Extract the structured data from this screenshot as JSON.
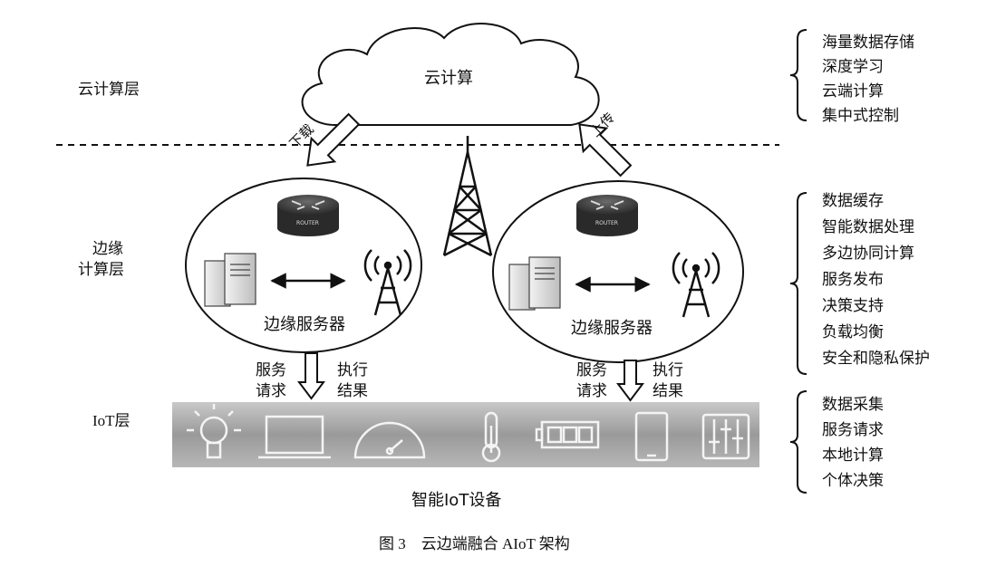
{
  "layers": {
    "cloud": "云计算层",
    "edge_line1": "边缘",
    "edge_line2": "计算层",
    "iot": "IoT层"
  },
  "cloud_label": "云计算",
  "download_label": "下载",
  "upload_label": "上传",
  "router_text": "ROUTER",
  "edge_server_left": "边缘服务器",
  "edge_server_right": "边缘服务器",
  "service_request": [
    "服务",
    "请求"
  ],
  "exec_result": [
    "执行",
    "结果"
  ],
  "device_bar_label": "智能IoT设备",
  "device_icons": [
    "bulb-icon",
    "laptop-icon",
    "gauge-icon",
    "thermometer-icon",
    "battery-icon",
    "tablet-icon",
    "sliders-icon"
  ],
  "cloud_functions": [
    "海量数据存储",
    "深度学习",
    "云端计算",
    "集中式控制"
  ],
  "edge_functions": [
    "数据缓存",
    "智能数据处理",
    "多边协同计算",
    "服务发布",
    "决策支持",
    "负载均衡",
    "安全和隐私保护"
  ],
  "iot_functions": [
    "数据采集",
    "服务请求",
    "本地计算",
    "个体决策"
  ],
  "caption": "图 3　云边端融合 AIoT 架构"
}
